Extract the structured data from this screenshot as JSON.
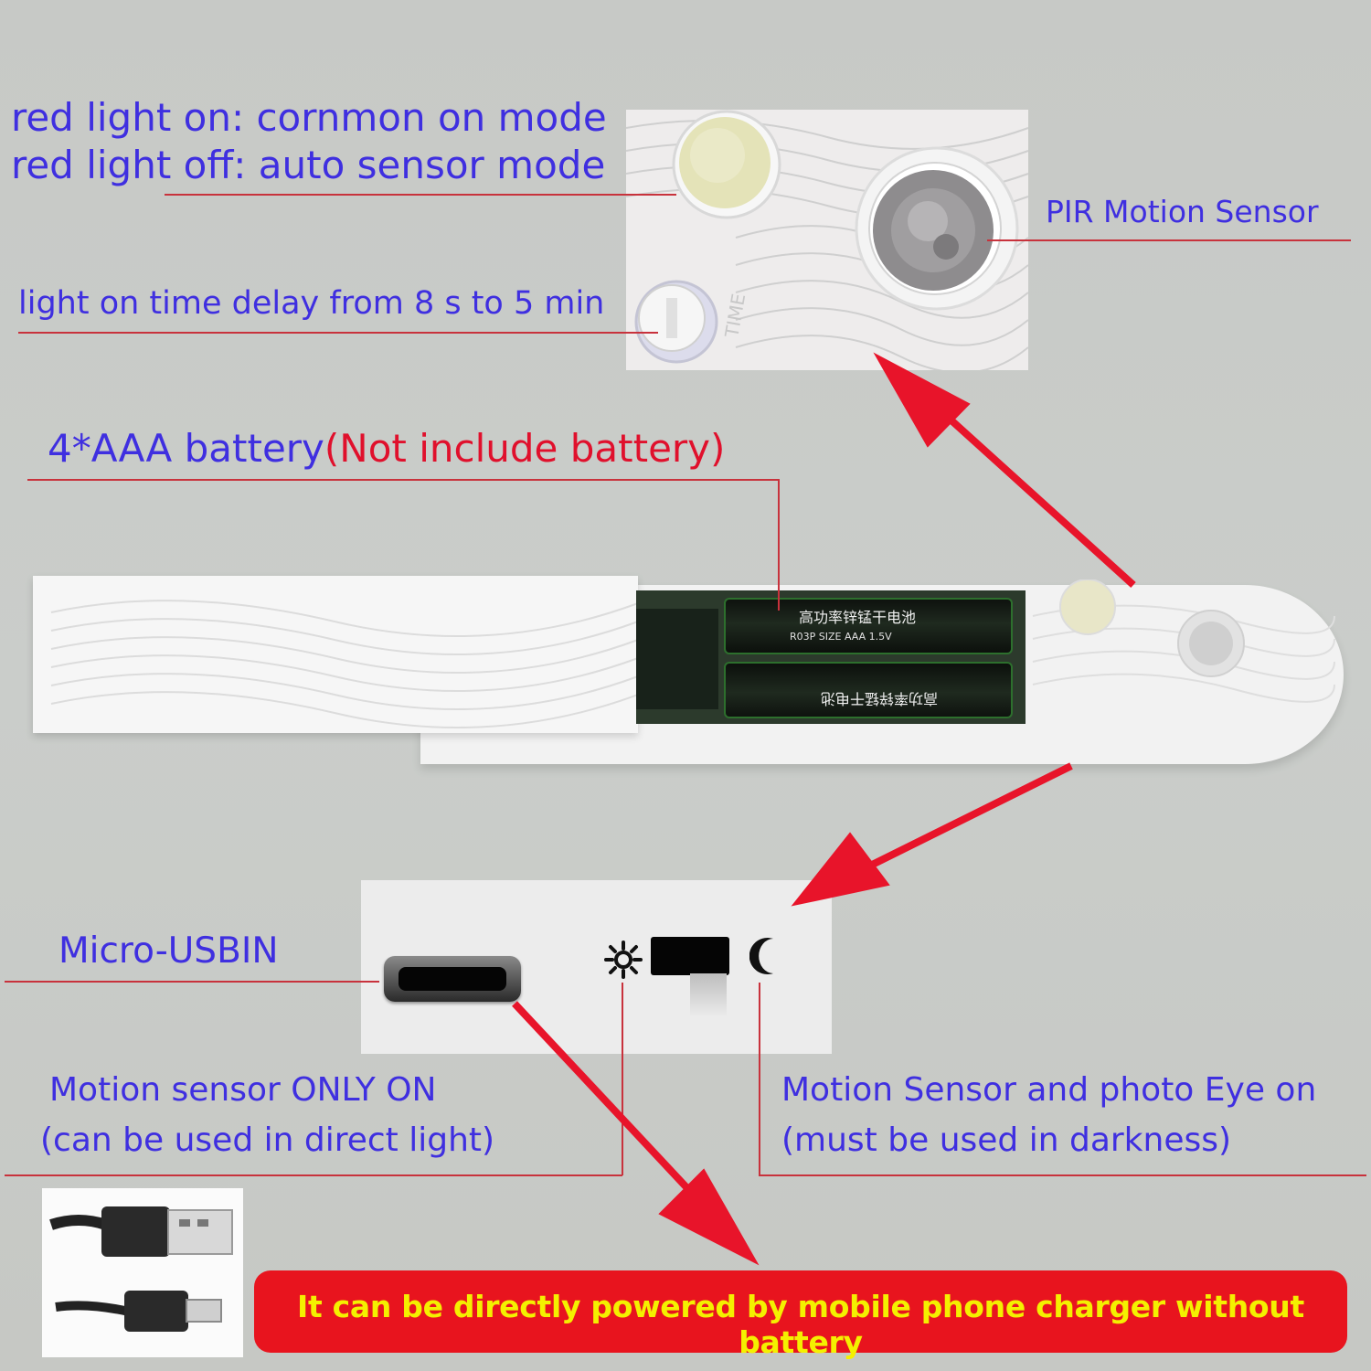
{
  "labels": {
    "red_light_on": "red light on: cornmon on mode",
    "red_light_off": "red light off: auto sensor mode",
    "pir_sensor": "PIR Motion Sensor",
    "time_delay": "light on time delay from 8 s to 5 min",
    "battery_prefix": "4*AAA battery",
    "battery_suffix": "(Not include battery)",
    "micro_usb": "Micro-USBIN",
    "motion_only_line1": "Motion sensor ONLY ON",
    "motion_only_line2": "(can be used in direct light)",
    "motion_photo_line1": "Motion Sensor and photo Eye on",
    "motion_photo_line2": "(must be used in darkness)",
    "banner": "It can be directly powered by mobile phone charger without battery",
    "dial_label": "TIME",
    "battery_text_1": "高功率锌锰干电池",
    "battery_text_2": "R03P SIZE AAA 1.5V"
  },
  "colors": {
    "label_blue": "#3f2fe0",
    "label_red": "#e0102c",
    "leader_line": "#c8323c",
    "arrow": "#e8142a",
    "banner_bg": "#e8141e",
    "banner_text": "#f4f000",
    "background": "#c9cbc8"
  },
  "icons": [
    "sun-icon",
    "moon-icon",
    "usb-port-icon",
    "arrow-icon"
  ]
}
